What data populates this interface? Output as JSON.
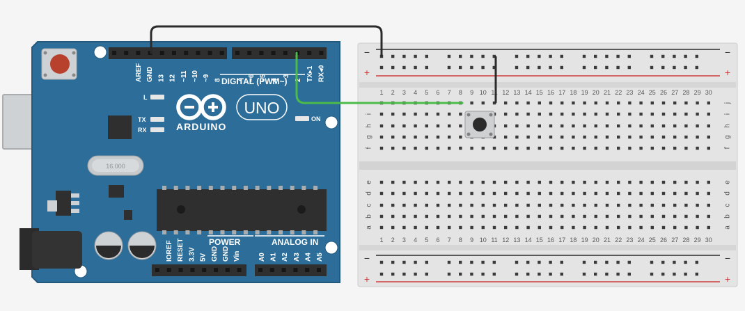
{
  "arduino": {
    "brand": "ARDUINO",
    "model": "UNO",
    "digital_label": "DIGITAL (PWM~)",
    "power_label": "POWER",
    "analog_label": "ANALOG IN",
    "led_l": "L",
    "led_tx": "TX",
    "led_rx": "RX",
    "led_on": "ON",
    "crystal": "16.000",
    "top_pins_left": [
      "AREF",
      "GND",
      "13",
      "12",
      "~11",
      "~10",
      "~9",
      "8"
    ],
    "top_pins_right": [
      "7",
      "~6",
      "~5",
      "4",
      "~3",
      "2",
      "TX▸1",
      "RX◂0"
    ],
    "power_pins": [
      "IOREF",
      "RESET",
      "3.3V",
      "5V",
      "GND",
      "GND",
      "Vin"
    ],
    "analog_pins": [
      "A0",
      "A1",
      "A2",
      "A3",
      "A4",
      "A5"
    ]
  },
  "breadboard": {
    "columns": [
      "1",
      "2",
      "3",
      "4",
      "5",
      "6",
      "7",
      "8",
      "9",
      "10",
      "11",
      "12",
      "13",
      "14",
      "15",
      "16",
      "17",
      "18",
      "19",
      "20",
      "21",
      "22",
      "23",
      "24",
      "25",
      "26",
      "27",
      "28",
      "29",
      "30"
    ],
    "rows_top": [
      "j",
      "i",
      "h",
      "g",
      "f"
    ],
    "rows_bottom": [
      "e",
      "d",
      "c",
      "b",
      "a"
    ],
    "rail_minus": "−",
    "rail_plus": "+"
  },
  "colors": {
    "board": "#2c6e99",
    "board_border": "#23597d",
    "header": "#2f2f2f",
    "wire_black": "#2b2b2b",
    "wire_green": "#4cbb4a",
    "rail_red": "#d23b3b",
    "breadboard": "#e4e4e4"
  }
}
